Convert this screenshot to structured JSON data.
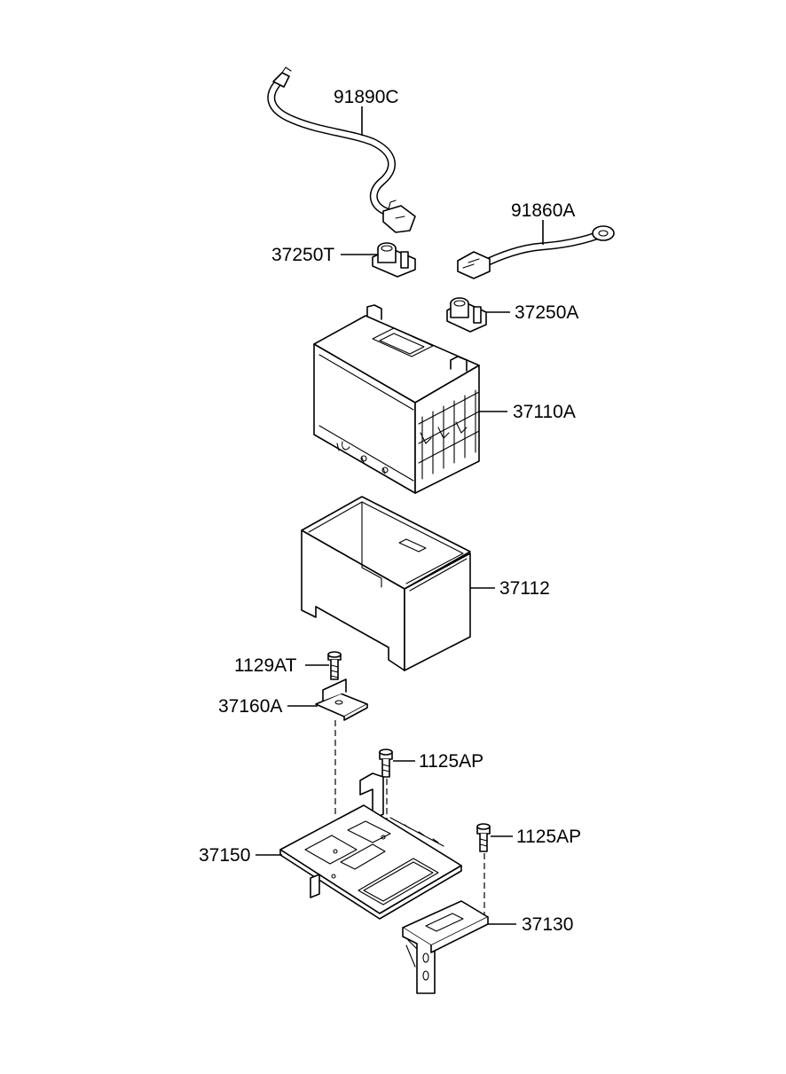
{
  "diagram": {
    "part_labels": [
      {
        "id": "91890C",
        "text": "91890C"
      },
      {
        "id": "91860A",
        "text": "91860A"
      },
      {
        "id": "37250T",
        "text": "37250T"
      },
      {
        "id": "37250A",
        "text": "37250A"
      },
      {
        "id": "37110A",
        "text": "37110A"
      },
      {
        "id": "37112",
        "text": "37112"
      },
      {
        "id": "1129AT",
        "text": "1129AT"
      },
      {
        "id": "37160A",
        "text": "37160A"
      },
      {
        "id": "1125AP_1",
        "text": "1125AP"
      },
      {
        "id": "1125AP_2",
        "text": "1125AP"
      },
      {
        "id": "37150",
        "text": "37150"
      },
      {
        "id": "37130",
        "text": "37130"
      }
    ]
  }
}
